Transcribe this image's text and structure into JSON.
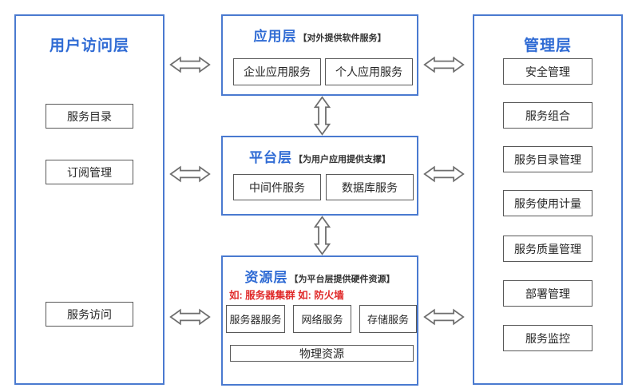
{
  "colors": {
    "panel_border_blue": "#4a7ad0",
    "title_blue": "#2f6bd4",
    "box_border_gray": "#595959",
    "body_text": "#262626",
    "annotation_red": "#e02b2b",
    "background": "#ffffff"
  },
  "icons": {
    "horizontal_double_arrow": "double-headed horizontal arrow, white fill with gray outline",
    "vertical_double_arrow": "double-headed vertical arrow, white fill with gray outline"
  },
  "left_panel": {
    "title": "用户访问层",
    "items": [
      "服务目录",
      "订阅管理",
      "服务访问"
    ]
  },
  "middle_layers": [
    {
      "title": "应用层",
      "subtitle": "【对外提供软件服务】",
      "boxes": [
        "企业应用服务",
        "个人应用服务"
      ]
    },
    {
      "title": "平台层",
      "subtitle": "【为用户应用提供支撑】",
      "boxes": [
        "中间件服务",
        "数据库服务"
      ]
    },
    {
      "title": "资源层",
      "subtitle": "【为平台层提供硬件资源】",
      "annotation": "如: 服务器集群  如: 防火墙",
      "boxes": [
        "服务器服务",
        "网络服务",
        "存储服务"
      ],
      "base_box": "物理资源"
    }
  ],
  "right_panel": {
    "title": "管理层",
    "items": [
      "安全管理",
      "服务组合",
      "服务目录管理",
      "服务使用计量",
      "服务质量管理",
      "部署管理",
      "服务监控"
    ]
  }
}
